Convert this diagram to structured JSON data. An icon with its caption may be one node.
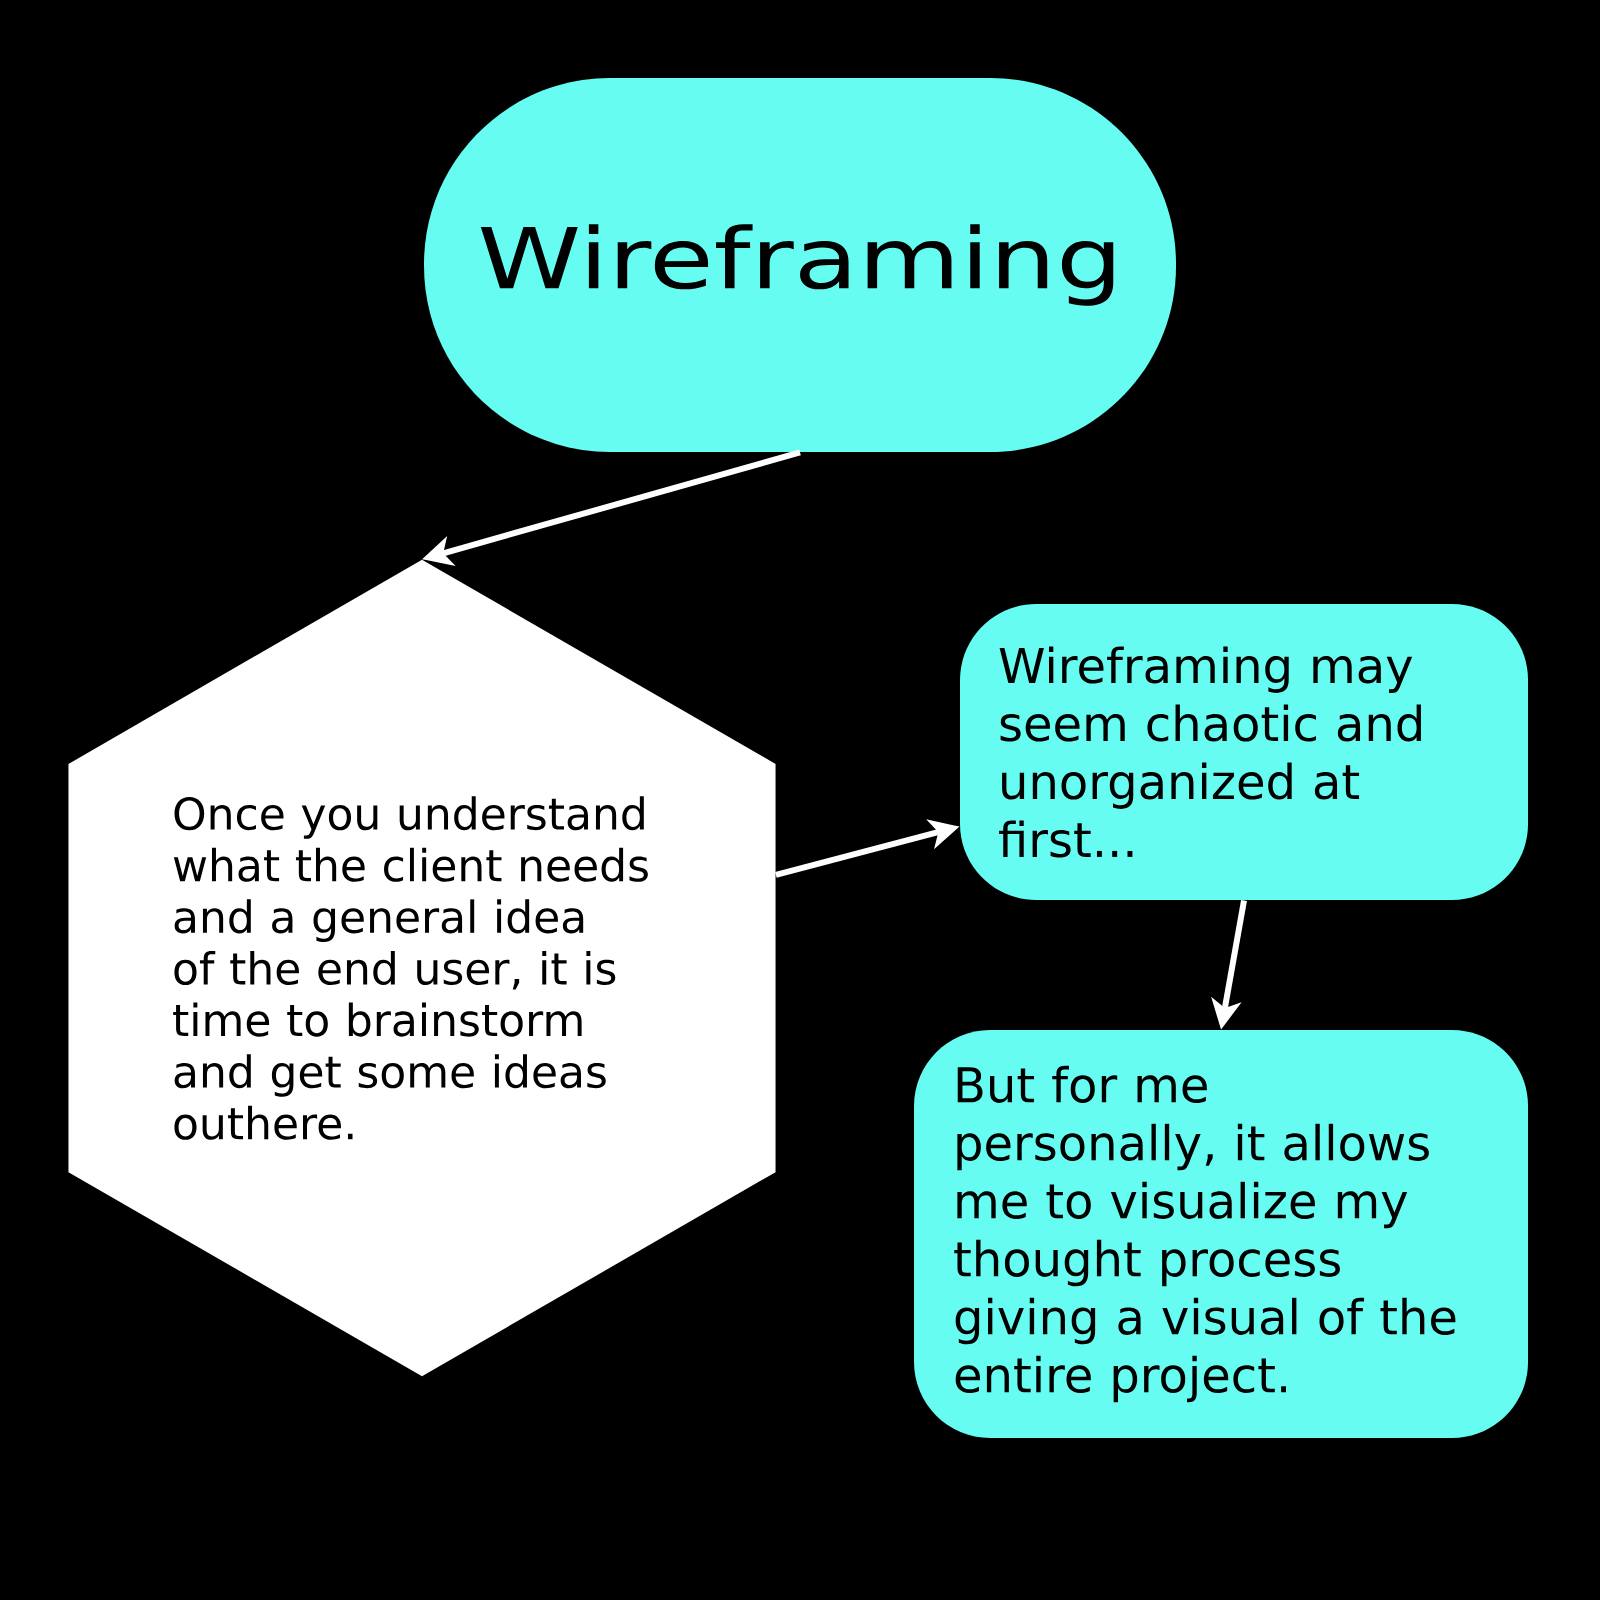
{
  "diagram": {
    "nodes": [
      {
        "text": [
          "Wireframing"
        ]
      },
      {
        "text": [
          "Once you understand what the client needs and a general idea of the end user, it is time to brainstorm and get some ideas outhere."
        ]
      },
      {
        "text": [
          "Wireframing may seem chaotic and unorganized at first..."
        ]
      },
      {
        "text": [
          "But for me personally, it allows me to visualize my thought process giving a visual of the entire project."
        ]
      }
    ],
    "edges": [
      {
        "from": 0,
        "to": 1,
        "arrow": "to"
      },
      {
        "from": 1,
        "to": 2,
        "arrow": "to"
      },
      {
        "from": 2,
        "to": 3,
        "arrow": "to"
      }
    ]
  }
}
